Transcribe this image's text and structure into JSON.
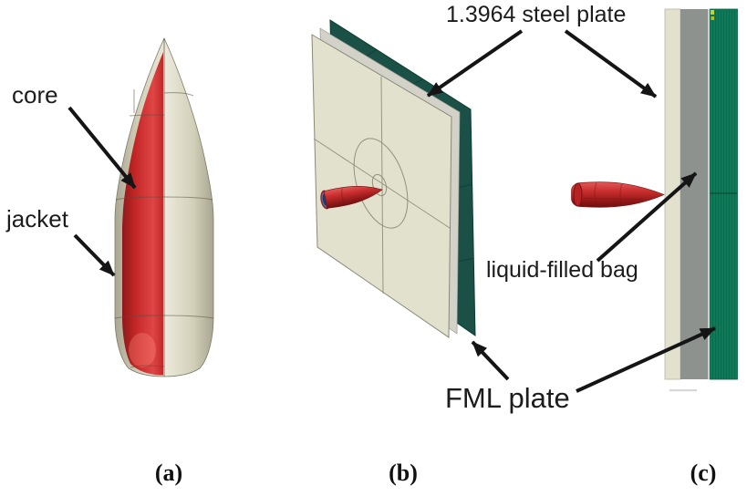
{
  "figure": {
    "panels": {
      "a": {
        "caption": "(a)"
      },
      "b": {
        "caption": "(b)"
      },
      "c": {
        "caption": "(c)"
      }
    },
    "annotations": {
      "core": "core",
      "jacket": "jacket",
      "steel_plate": "1.3964 steel plate",
      "liquid_bag": "liquid-filled bag",
      "fml_plate": "FML plate"
    },
    "colors": {
      "bullet_core_red": "#c62b2b",
      "bullet_jacket_cream": "#d8d5bf",
      "plate_face_cream": "#e2e1cd",
      "fml_dark_green": "#1a5045",
      "fml_bright_green": "#0f7a58",
      "liquid_bag_gray": "#8d928f",
      "steel_edge_gray": "#d3d2c8",
      "bullet_base_blue": "#1d3f6e",
      "arrow_black": "#151515",
      "background": "#ffffff"
    }
  }
}
